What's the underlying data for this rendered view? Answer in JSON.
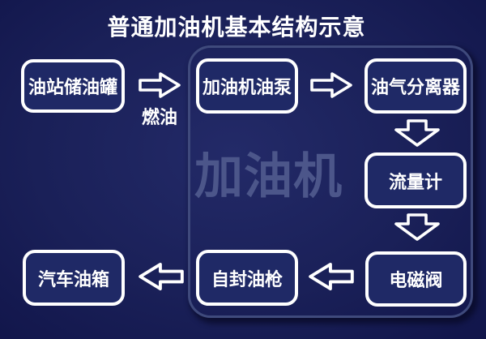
{
  "diagram": {
    "title": "普通加油机基本结构示意",
    "container_watermark": "加油机",
    "nodes": [
      {
        "id": "station-tank",
        "label": "油站储油罐"
      },
      {
        "id": "dispenser-pump",
        "label": "加油机油泵"
      },
      {
        "id": "oil-gas-separator",
        "label": "油气分离器"
      },
      {
        "id": "flow-meter",
        "label": "流量计"
      },
      {
        "id": "solenoid-valve",
        "label": "电磁阀"
      },
      {
        "id": "self-sealing-nozzle",
        "label": "自封油枪"
      },
      {
        "id": "car-fuel-tank",
        "label": "汽车油箱"
      }
    ],
    "edges": [
      {
        "from": "station-tank",
        "to": "dispenser-pump",
        "direction": "right",
        "label": "燃油"
      },
      {
        "from": "dispenser-pump",
        "to": "oil-gas-separator",
        "direction": "right",
        "label": ""
      },
      {
        "from": "oil-gas-separator",
        "to": "flow-meter",
        "direction": "down",
        "label": ""
      },
      {
        "from": "flow-meter",
        "to": "solenoid-valve",
        "direction": "down",
        "label": ""
      },
      {
        "from": "solenoid-valve",
        "to": "self-sealing-nozzle",
        "direction": "left",
        "label": ""
      },
      {
        "from": "self-sealing-nozzle",
        "to": "car-fuel-tank",
        "direction": "left",
        "label": ""
      }
    ],
    "colors": {
      "background": "#1a2058",
      "background_light": "#232a68",
      "background_dark": "#11154a",
      "box_fill": "#1f2966",
      "line_white": "#ffffff",
      "container_border": "#3f4a7c",
      "watermark_color": "#4c568a"
    }
  }
}
